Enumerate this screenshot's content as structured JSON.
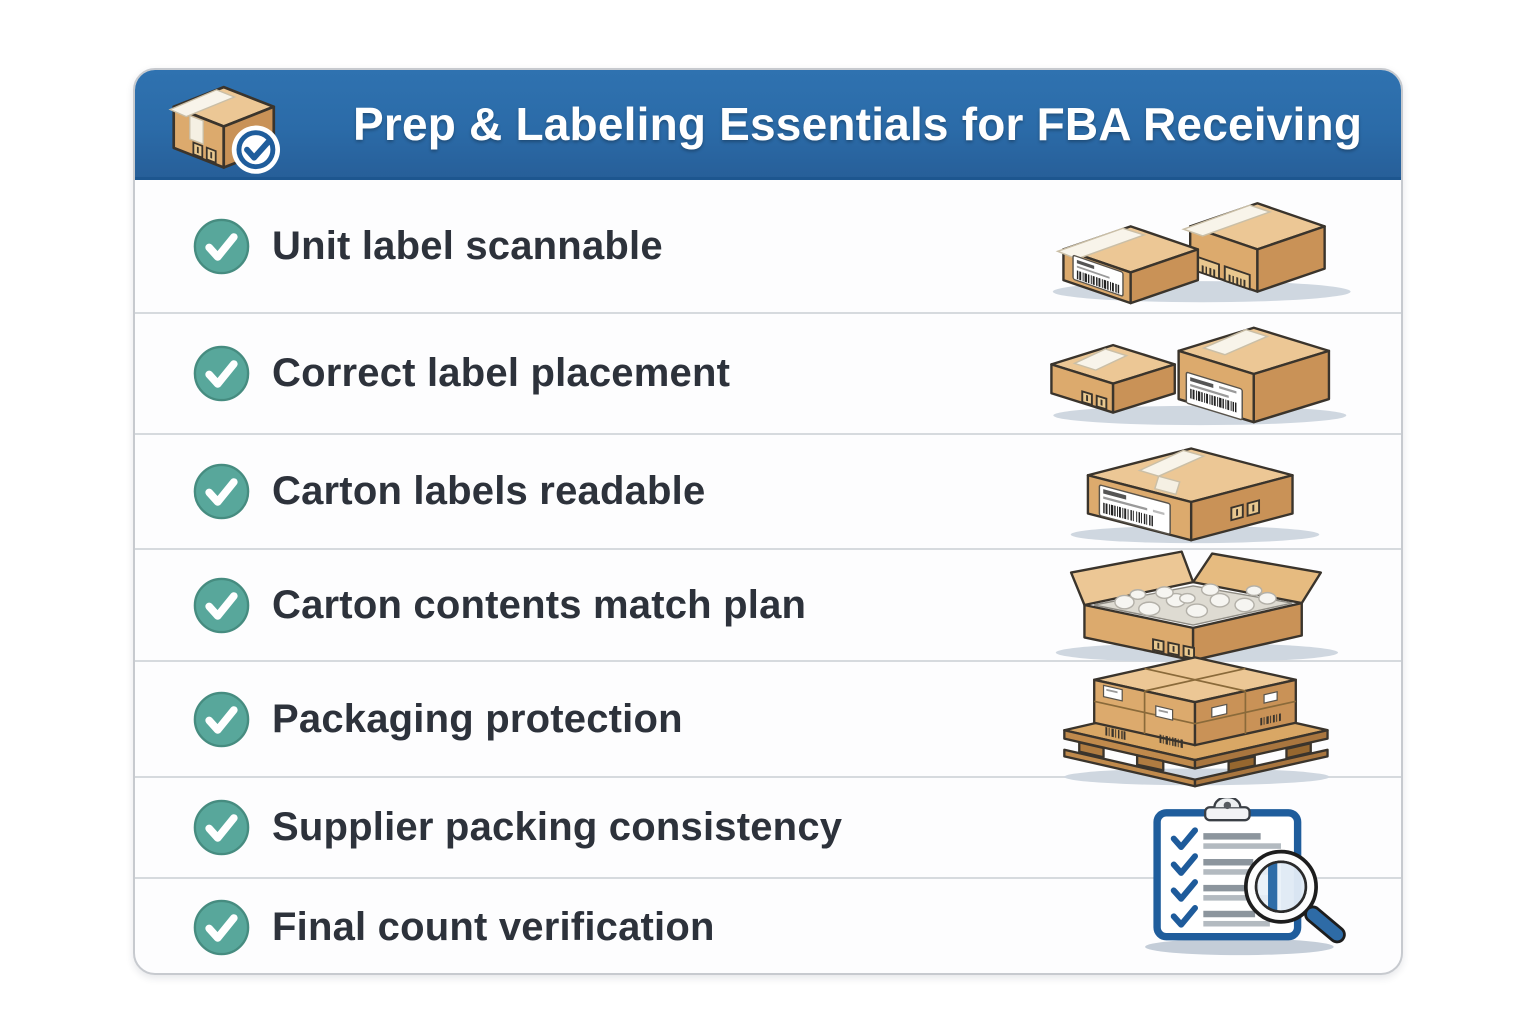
{
  "theme": {
    "header_blue": "#2b6ba8",
    "header_blue_dark": "#1d568f",
    "check_teal": "#58a79b",
    "check_teal_dark": "#468c80",
    "text_dark": "#2d323b",
    "divider": "#d6dade",
    "card_border": "#c7cacf",
    "card_bg": "#fdfdfe",
    "cardboard": "#dcaa6d",
    "clipboard_blue": "#1f5d9c"
  },
  "header": {
    "title": "Prep & Labeling Essentials for FBA Receiving",
    "icon": "package-check-icon"
  },
  "checklist": {
    "items": [
      {
        "label": "Unit label scannable",
        "status_icon": "check-circle-icon",
        "illustration": "two-boxes-with-barcode-labels"
      },
      {
        "label": "Correct label placement",
        "status_icon": "check-circle-icon",
        "illustration": "boxes-with-placed-shipping-label"
      },
      {
        "label": "Carton labels readable",
        "status_icon": "check-circle-icon",
        "illustration": "carton-with-readable-label"
      },
      {
        "label": "Carton contents match plan",
        "status_icon": "check-circle-icon",
        "illustration": "open-carton-with-packing-material"
      },
      {
        "label": "Packaging protection",
        "status_icon": "check-circle-icon",
        "illustration": "palletized-cartons"
      },
      {
        "label": "Supplier packing consistency",
        "status_icon": "check-circle-icon",
        "illustration": "checklist-clipboard-magnifier"
      },
      {
        "label": "Final count verification",
        "status_icon": "check-circle-icon",
        "illustration": "checklist-clipboard-magnifier"
      }
    ]
  }
}
